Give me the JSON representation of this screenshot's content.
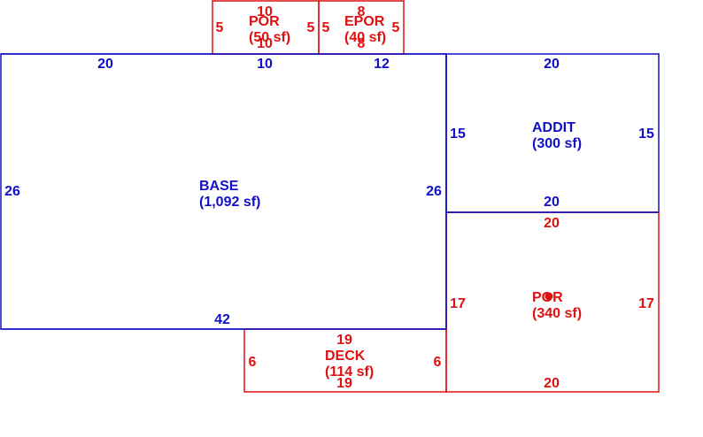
{
  "colors": {
    "blue": "#1010c8",
    "red": "#e01010"
  },
  "areas": {
    "por_top": {
      "name": "POR",
      "area": "(50 sf)",
      "color": "red",
      "dims": [
        "10",
        "10",
        "5",
        "5"
      ]
    },
    "epor": {
      "name": "EPOR",
      "area": "(40 sf)",
      "color": "red",
      "dims": [
        "8",
        "8",
        "5",
        "5"
      ]
    },
    "base": {
      "name": "BASE",
      "area": "(1,092 sf)",
      "color": "blue",
      "dims": [
        "20",
        "10",
        "12",
        "26",
        "26",
        "42"
      ]
    },
    "addit": {
      "name": "ADDIT",
      "area": "(300 sf)",
      "color": "blue",
      "dims": [
        "20",
        "15",
        "15",
        "20"
      ]
    },
    "por_right": {
      "name": "POR",
      "area": "(340 sf)",
      "color": "red",
      "dims": [
        "20",
        "17",
        "17",
        "20"
      ]
    },
    "deck": {
      "name": "DECK",
      "area": "(114 sf)",
      "color": "red",
      "dims": [
        "19",
        "6",
        "6",
        "19"
      ]
    }
  }
}
